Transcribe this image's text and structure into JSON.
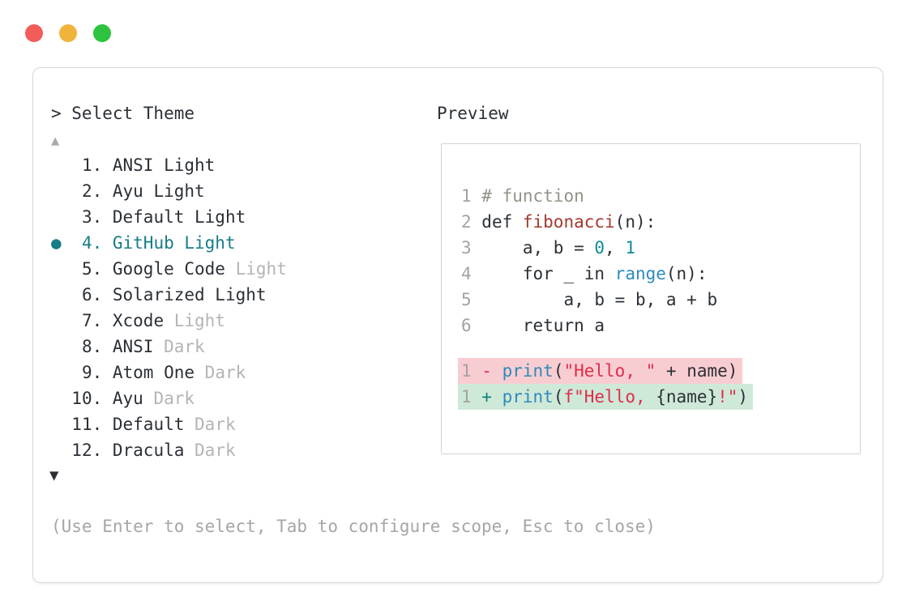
{
  "window_controls": {
    "close_color": "#f25d5a",
    "minimize_color": "#f0b43c",
    "zoom_color": "#2ec33f"
  },
  "prompt": {
    "text": "> Select Theme"
  },
  "theme_list": {
    "scroll_up": "▲",
    "scroll_down": "▼",
    "selected_bullet": "●",
    "items": [
      {
        "number": "1",
        "name": "ANSI Light",
        "suffix": "",
        "selected": false
      },
      {
        "number": "2",
        "name": "Ayu Light",
        "suffix": "",
        "selected": false
      },
      {
        "number": "3",
        "name": "Default Light",
        "suffix": "",
        "selected": false
      },
      {
        "number": "4",
        "name": "GitHub Light",
        "suffix": "",
        "selected": true
      },
      {
        "number": "5",
        "name": "Google Code",
        "suffix": "Light",
        "selected": false
      },
      {
        "number": "6",
        "name": "Solarized Light",
        "suffix": "",
        "selected": false
      },
      {
        "number": "7",
        "name": "Xcode",
        "suffix": "Light",
        "selected": false
      },
      {
        "number": "8",
        "name": "ANSI",
        "suffix": "Dark",
        "selected": false
      },
      {
        "number": "9",
        "name": "Atom One",
        "suffix": "Dark",
        "selected": false
      },
      {
        "number": "10",
        "name": "Ayu",
        "suffix": "Dark",
        "selected": false
      },
      {
        "number": "11",
        "name": "Default",
        "suffix": "Dark",
        "selected": false
      },
      {
        "number": "12",
        "name": "Dracula",
        "suffix": "Dark",
        "selected": false
      }
    ]
  },
  "preview": {
    "title": "Preview",
    "code_lines": [
      {
        "num": "1",
        "tokens": [
          {
            "t": "# function",
            "c": "comment"
          }
        ]
      },
      {
        "num": "2",
        "tokens": [
          {
            "t": "def ",
            "c": "text"
          },
          {
            "t": "fibonacci",
            "c": "func"
          },
          {
            "t": "(n):",
            "c": "text"
          }
        ]
      },
      {
        "num": "3",
        "tokens": [
          {
            "t": "    a, b = ",
            "c": "text"
          },
          {
            "t": "0",
            "c": "number"
          },
          {
            "t": ", ",
            "c": "text"
          },
          {
            "t": "1",
            "c": "number"
          }
        ]
      },
      {
        "num": "4",
        "tokens": [
          {
            "t": "    for _ in ",
            "c": "text"
          },
          {
            "t": "range",
            "c": "builtin"
          },
          {
            "t": "(n):",
            "c": "text"
          }
        ]
      },
      {
        "num": "5",
        "tokens": [
          {
            "t": "        a, b = b, a + b",
            "c": "text"
          }
        ]
      },
      {
        "num": "6",
        "tokens": [
          {
            "t": "    return a",
            "c": "text"
          }
        ]
      }
    ],
    "diff_lines": [
      {
        "num": "1",
        "kind": "removed",
        "tokens": [
          {
            "t": "- ",
            "c": "removed-sign"
          },
          {
            "t": "print",
            "c": "builtin"
          },
          {
            "t": "(",
            "c": "text"
          },
          {
            "t": "\"Hello, \"",
            "c": "string"
          },
          {
            "t": " + name)",
            "c": "text"
          }
        ]
      },
      {
        "num": "1",
        "kind": "added",
        "tokens": [
          {
            "t": "+ ",
            "c": "added-sign"
          },
          {
            "t": "print",
            "c": "builtin"
          },
          {
            "t": "(",
            "c": "text"
          },
          {
            "t": "f\"Hello, ",
            "c": "string"
          },
          {
            "t": "{name}",
            "c": "text"
          },
          {
            "t": "!\"",
            "c": "string"
          },
          {
            "t": ")",
            "c": "text"
          }
        ]
      }
    ]
  },
  "footer": {
    "hint": "(Use Enter to select, Tab to configure scope, Esc to close)"
  },
  "colors": {
    "accent_teal": "#177d87",
    "text_dark": "#2b3036",
    "muted_gray": "#b4b4b4",
    "footer_gray": "#a6a6a6",
    "line_number_gray": "#a3a3a3",
    "comment": "#949388",
    "function_name": "#a4392f",
    "number_literal": "#0e8d99",
    "builtin_blue": "#2e8abd",
    "string_red": "#e02c4c",
    "diff_added_sign": "#12837a",
    "diff_removed_bg": "#f8cdd1",
    "diff_added_bg": "#cfe9d8"
  }
}
